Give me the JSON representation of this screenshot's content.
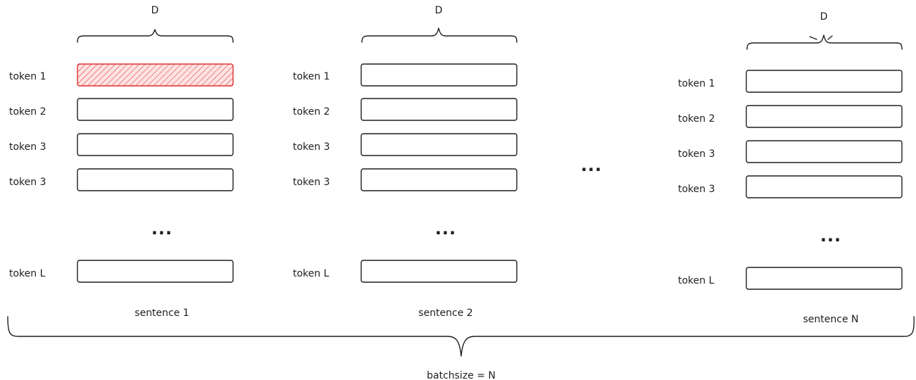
{
  "dimension_label": "D",
  "ellipsis": "...",
  "batch_label": "batchsize = N",
  "colors": {
    "ink": "#1e1e1e",
    "highlight_stroke": "#e03131",
    "highlight_fill": "#ffc9c9"
  },
  "sentences": [
    {
      "label": "sentence 1",
      "rows": [
        {
          "label": "token 1",
          "highlighted": true
        },
        {
          "label": "token 2",
          "highlighted": false
        },
        {
          "label": "token 3",
          "highlighted": false
        },
        {
          "label": "token 3",
          "highlighted": false
        }
      ],
      "last_row": {
        "label": "token L",
        "highlighted": false
      }
    },
    {
      "label": "sentence 2",
      "rows": [
        {
          "label": "token 1",
          "highlighted": false
        },
        {
          "label": "token 2",
          "highlighted": false
        },
        {
          "label": "token 3",
          "highlighted": false
        },
        {
          "label": "token 3",
          "highlighted": false
        }
      ],
      "last_row": {
        "label": "token L",
        "highlighted": false
      }
    },
    {
      "label": "sentence N",
      "rows": [
        {
          "label": "token 1",
          "highlighted": false
        },
        {
          "label": "token 2",
          "highlighted": false
        },
        {
          "label": "token 3",
          "highlighted": false
        },
        {
          "label": "token 3",
          "highlighted": false
        }
      ],
      "last_row": {
        "label": "token L",
        "highlighted": false
      }
    }
  ]
}
